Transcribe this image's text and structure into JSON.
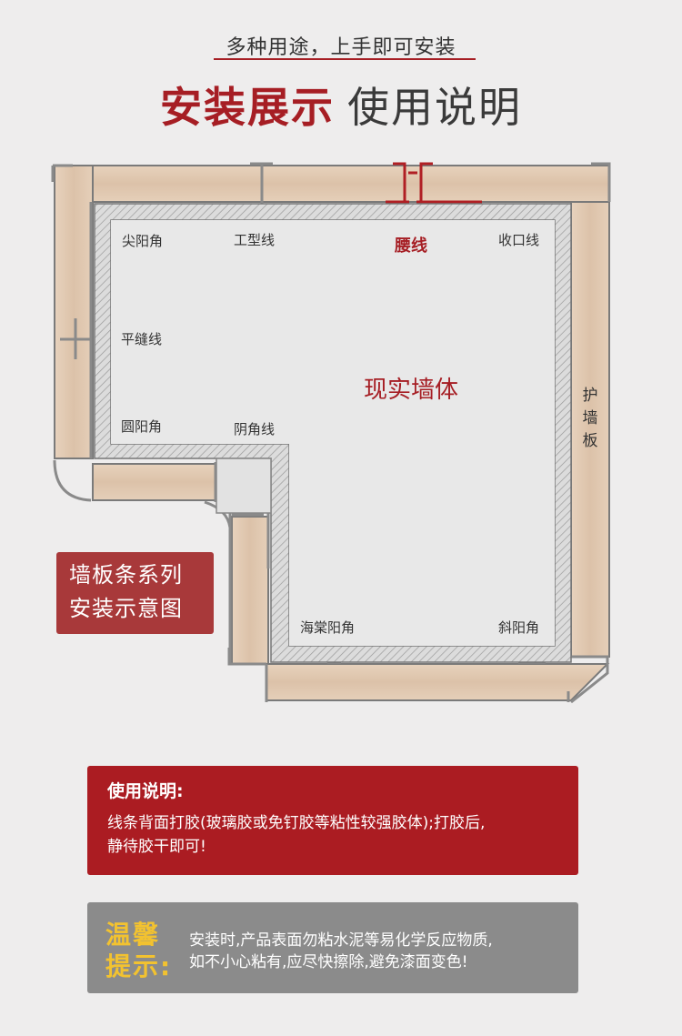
{
  "header": {
    "subtitle": "多种用途，上手即可安装",
    "title_red": "安装展示",
    "title_gray": "使用说明"
  },
  "diagram": {
    "wall_label": "现实墙体",
    "labels": {
      "jian_yang_jiao": "尖阳角",
      "gong_xing_xian": "工型线",
      "yao_xian": "腰线",
      "shou_kou_xian": "收口线",
      "ping_feng_xian": "平缝线",
      "yuan_yang_jiao": "圆阳角",
      "yin_jiao_xian": "阴角线",
      "hai_tang_yang_jiao": "海棠阳角",
      "xie_yang_jiao": "斜阳角",
      "hu_qiang_ban": "护墙板"
    },
    "series_line1": "墙板条系列",
    "series_line2": "安装示意图"
  },
  "usage": {
    "title": "使用说明:",
    "text_line1": "线条背面打胶(玻璃胶或免钉胶等粘性较强胶体);打胶后,",
    "text_line2": "静待胶干即可!"
  },
  "tip": {
    "title_line1": "温馨",
    "title_line2": "提示:",
    "text_line1": "安装时,产品表面勿粘水泥等易化学反应物质,",
    "text_line2": "如不小心粘有,应尽快擦除,避免漆面变色!"
  },
  "colors": {
    "accent_red": "#a61e24",
    "wood": "#dfc7b0",
    "concrete": "#e6e6e6",
    "tip_yellow": "#f2c230"
  }
}
